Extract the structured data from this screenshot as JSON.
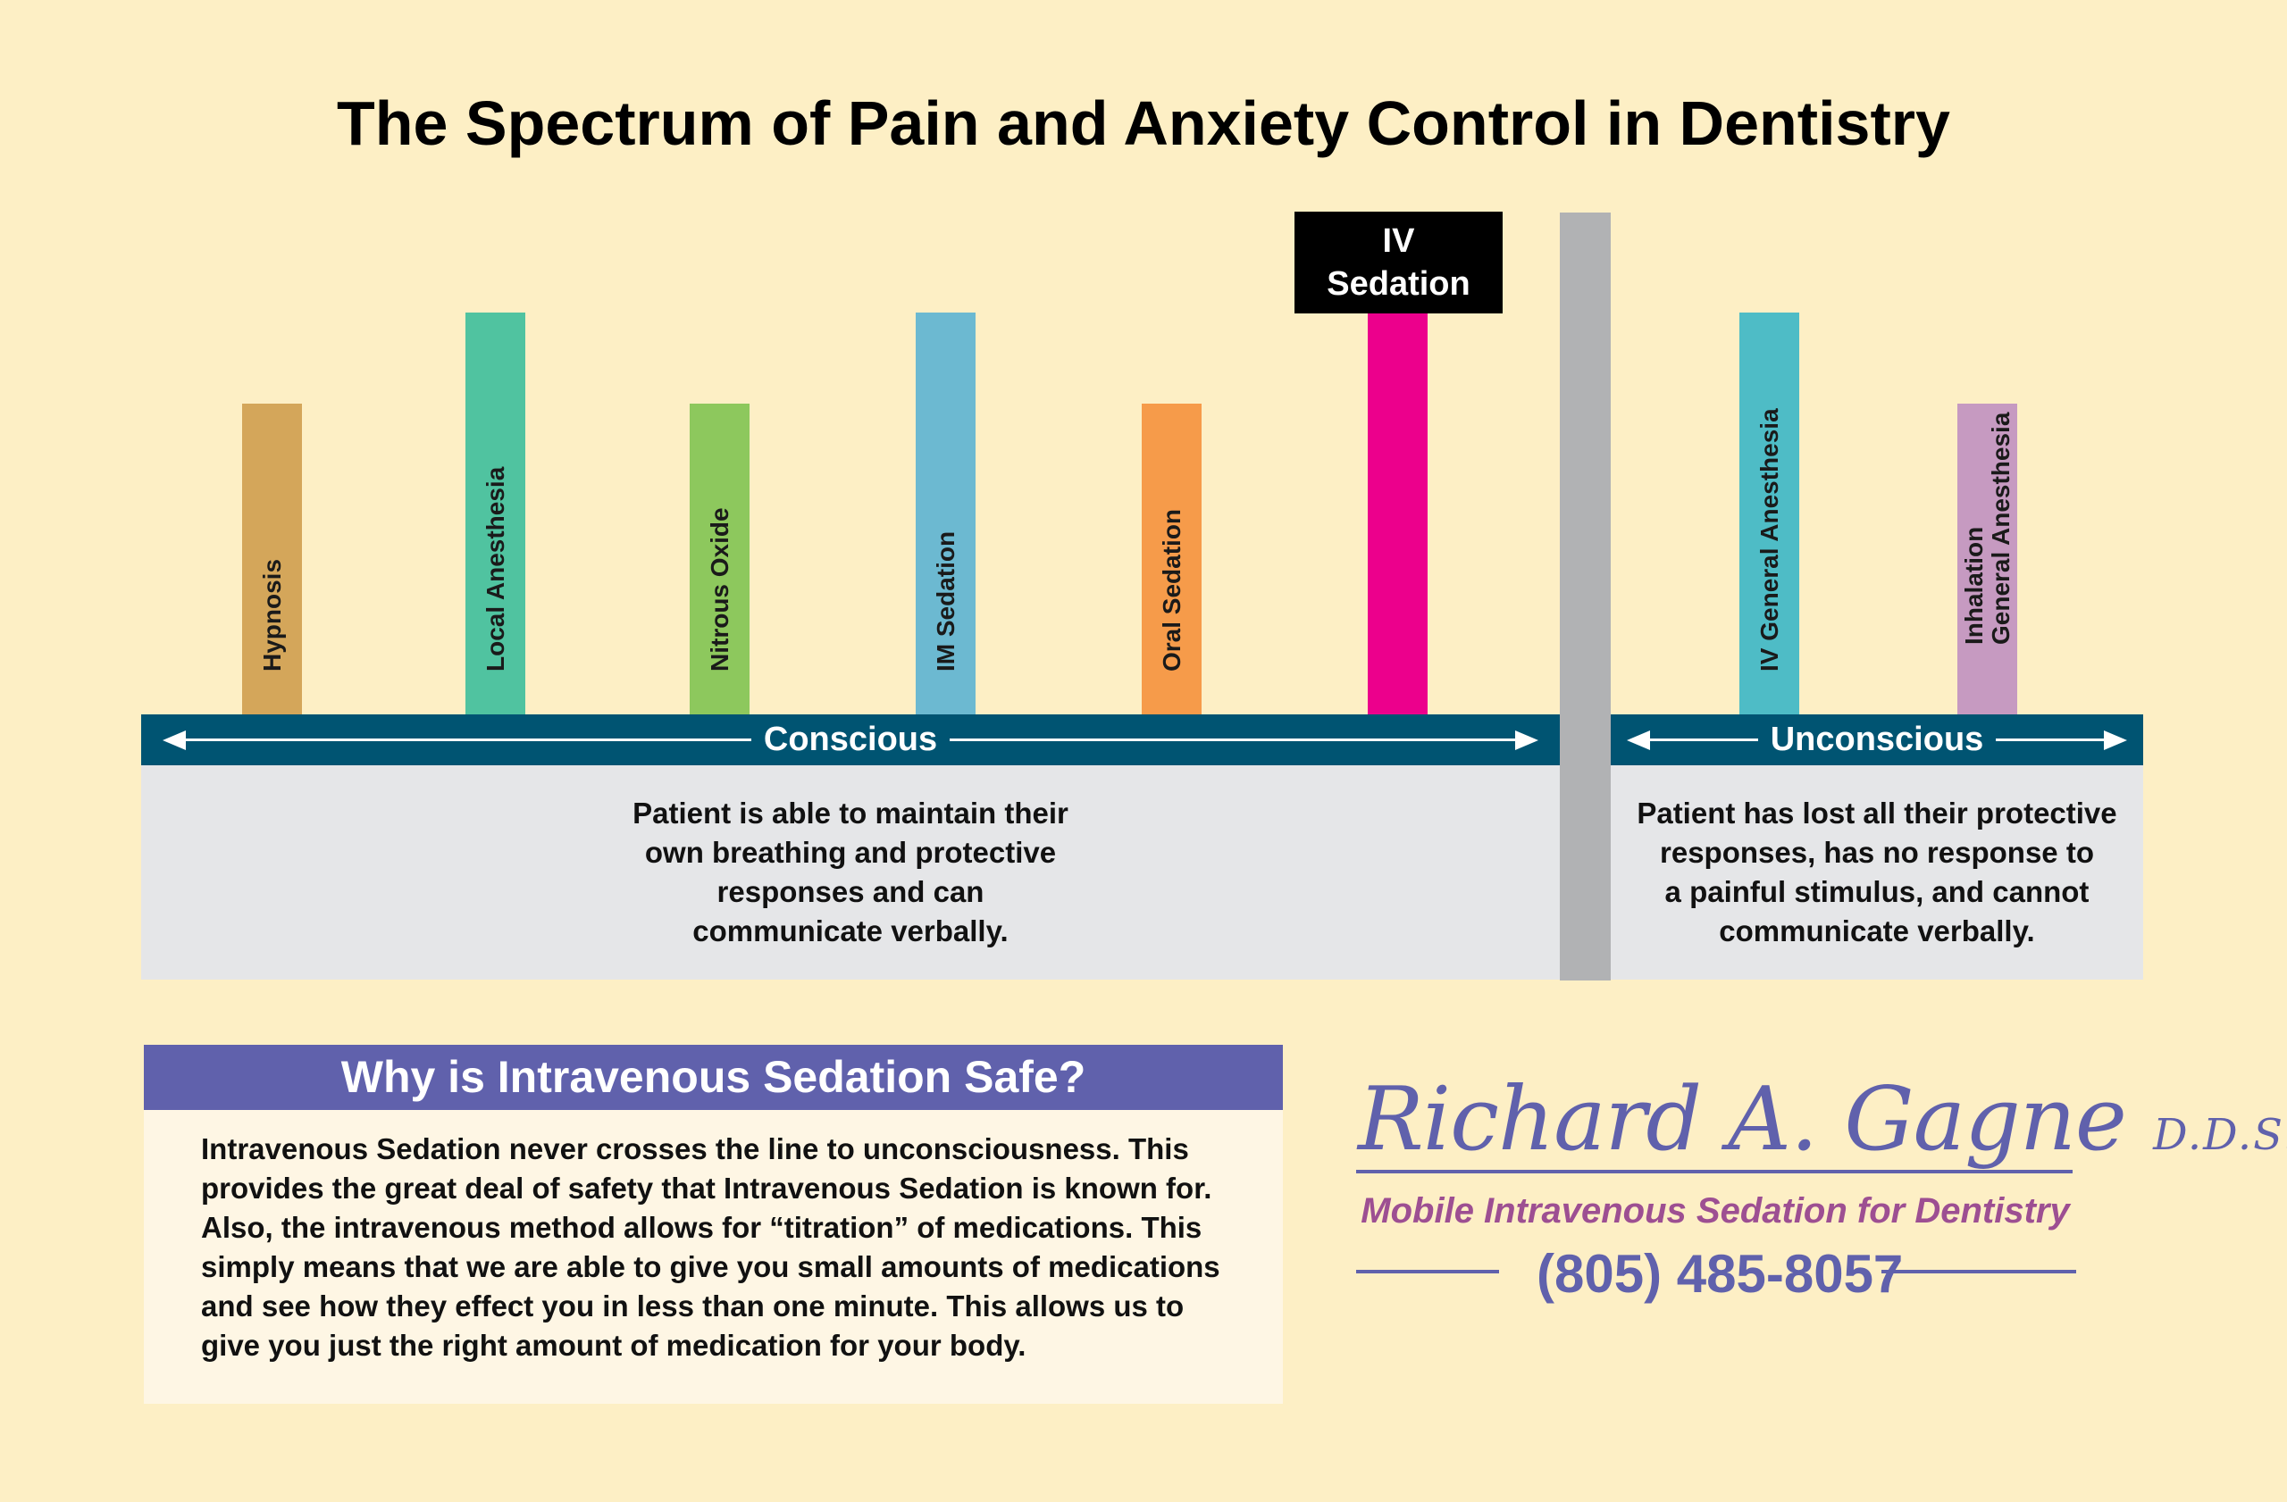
{
  "title": "The Spectrum of Pain and Anxiety Control in Dentistry",
  "methods": [
    {
      "label": "Hypnosis",
      "color": "#d4a65a",
      "level": 1
    },
    {
      "label": "Local Anesthesia",
      "color": "#50c3a0",
      "level": 2
    },
    {
      "label": "Nitrous Oxide",
      "color": "#8dc85d",
      "level": 1
    },
    {
      "label": "IM Sedation",
      "color": "#6cb9d1",
      "level": 2
    },
    {
      "label": "Oral Sedation",
      "color": "#f69b4a",
      "level": 1
    },
    {
      "label": "IV Sedation",
      "color": "#ec008c",
      "level": 3
    },
    {
      "label": "IV General Anesthesia",
      "color": "#4ebcc6",
      "level": 2
    },
    {
      "label": "Inhalation General Anesthesia",
      "color": "#c69ac1",
      "level": 1
    }
  ],
  "highlight": {
    "line1": "IV",
    "line2": "Sedation"
  },
  "conscious": {
    "label": "Conscious",
    "description": [
      "Patient is able to maintain their",
      "own breathing and protective",
      "responses and can",
      "communicate verbally."
    ]
  },
  "unconscious": {
    "label": "Unconscious",
    "description": [
      "Patient has lost all their protective",
      "responses, has no response to",
      "a painful stimulus, and cannot",
      "communicate verbally."
    ]
  },
  "why": {
    "heading": "Why is Intravenous Sedation Safe?",
    "lines": [
      "Intravenous Sedation never crosses the line to unconsciousness. This",
      "provides the great deal of safety that Intravenous Sedation is known for.",
      "Also, the intravenous method allows for “titration” of medications. This",
      "simply means that we are able to give you small amounts of medications",
      "and see how they effect you in less than one minute. This allows us to",
      "give you just the right amount of medication for your body."
    ]
  },
  "doctor": {
    "name": "Richard A. Gagne",
    "credential": "D.D.S.",
    "tagline": "Mobile Intravenous Sedation for Dentistry",
    "phone": "(805) 485-8057"
  },
  "colors": {
    "background": "#fdefc5",
    "band": "#005472",
    "panel": "#e5e6e8",
    "divider": "#b1b2b4",
    "accent": "#6061ac",
    "tagline": "#9d4f92"
  }
}
